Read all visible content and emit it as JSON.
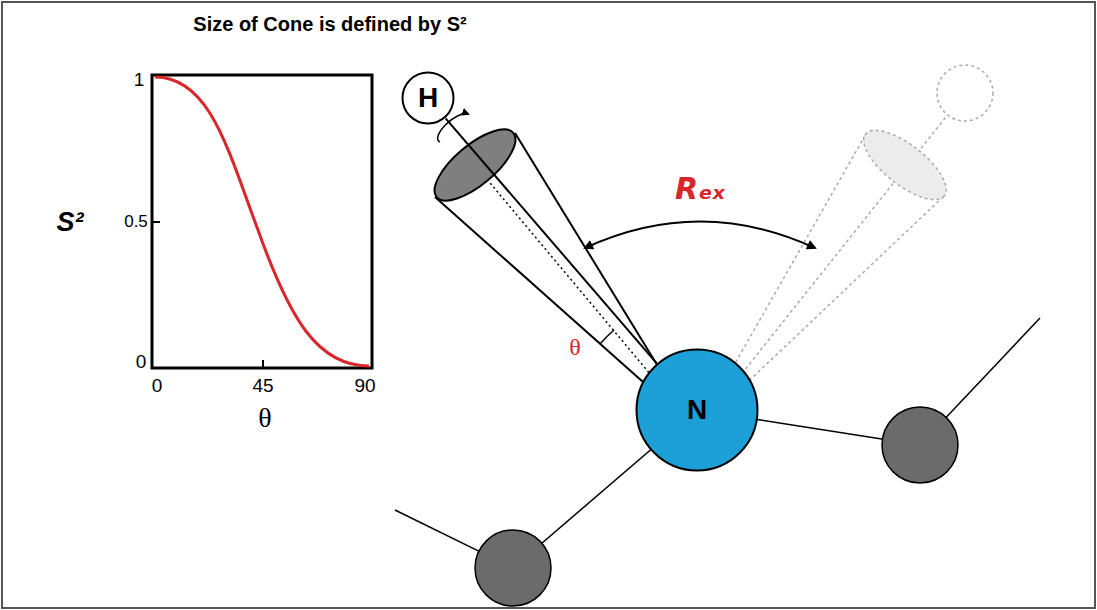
{
  "diagram": {
    "title": "Size of Cone is defined by S²",
    "nodes": [
      {
        "text": [
          "H"
        ]
      },
      {
        "text": [
          "N"
        ]
      }
    ],
    "edges": [
      {
        "from": 1,
        "to": 0,
        "arrow": "none"
      }
    ],
    "labels": [
      "1",
      "S²",
      "0.5",
      "0",
      "0",
      "45",
      "90",
      "θ",
      "θ",
      "Rₑₓ"
    ]
  }
}
